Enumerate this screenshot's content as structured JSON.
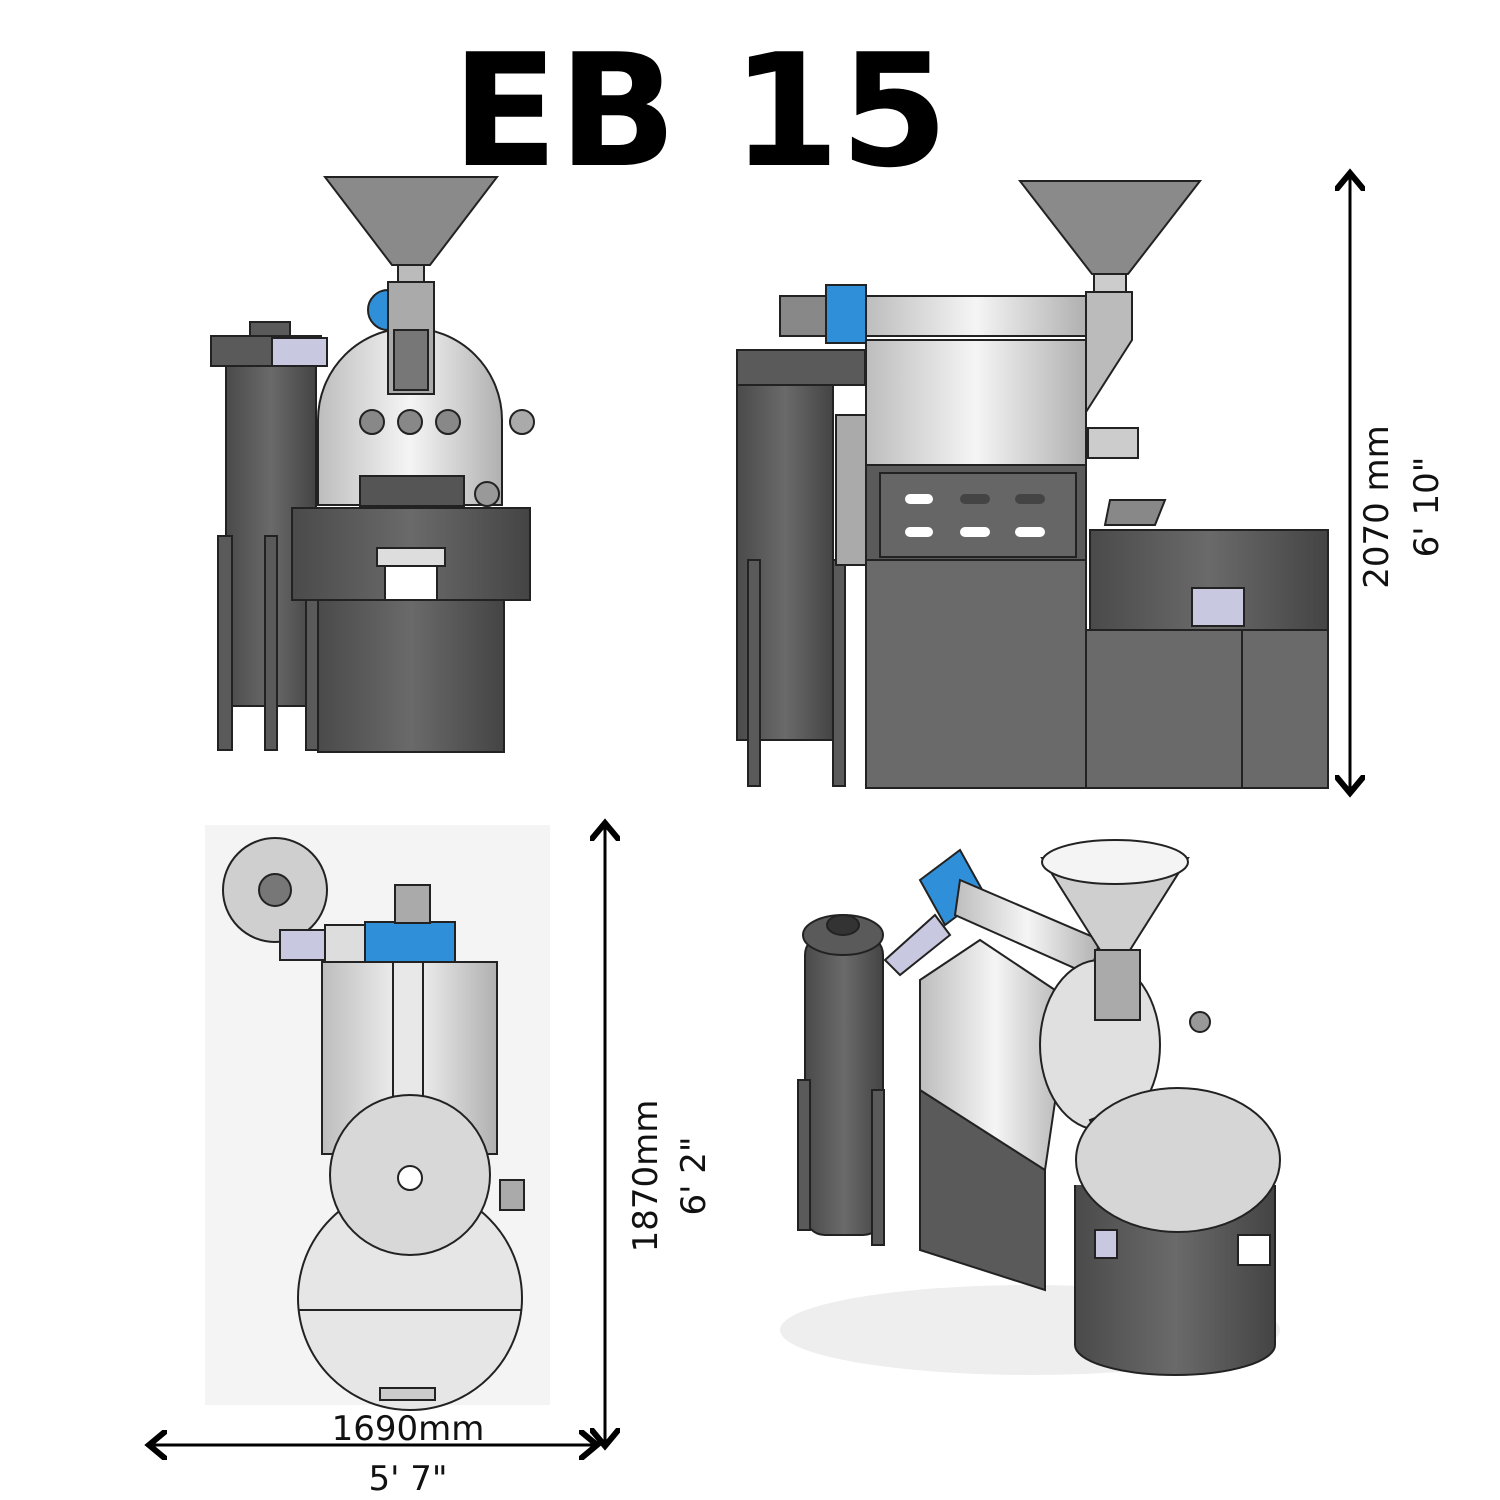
{
  "title": "EB 15",
  "views": {
    "front": {
      "name": "front-view"
    },
    "side": {
      "name": "side-view"
    },
    "top": {
      "name": "top-view"
    },
    "isometric": {
      "name": "isometric-view"
    }
  },
  "dimensions": {
    "height": {
      "metric": "2070 mm",
      "imperial": "6' 10\""
    },
    "depth": {
      "metric": "1870mm",
      "imperial": "6' 2\""
    },
    "width": {
      "metric": "1690mm",
      "imperial": "5' 7\""
    }
  },
  "colors": {
    "body_dark": "#5a5a5a",
    "steel": "#d9d9d9",
    "hopper": "#8a8a8a",
    "motor_blue": "#2f8fd8",
    "arrow": "#000000"
  }
}
